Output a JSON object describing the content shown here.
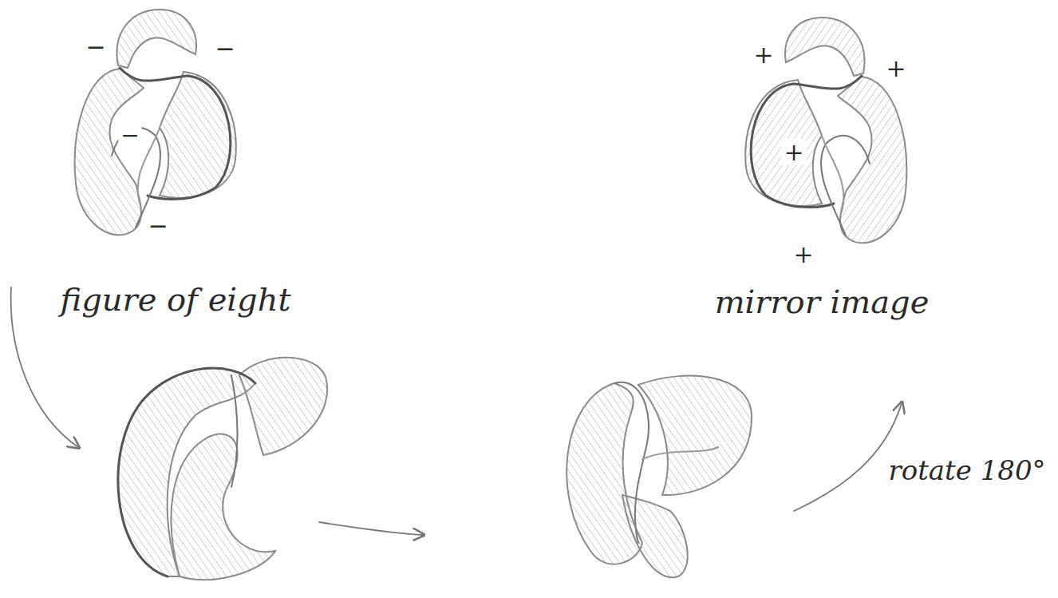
{
  "diagram": {
    "labels": [
      "−",
      "−",
      "−",
      "−",
      "figure of eight",
      "+",
      "+",
      "+",
      "+",
      "mirror image",
      "rotate 180°"
    ]
  }
}
